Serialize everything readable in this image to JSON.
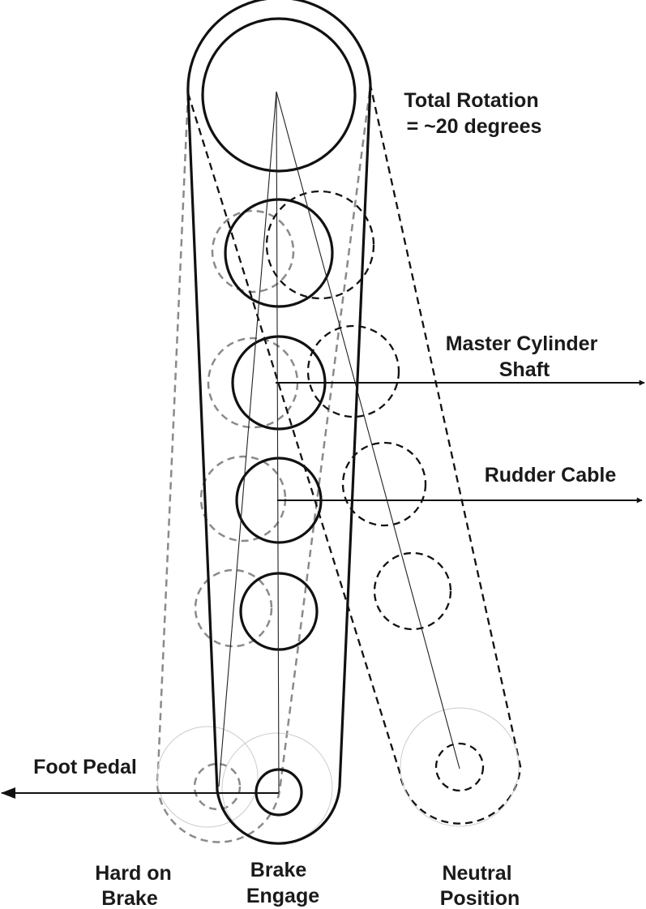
{
  "labels": {
    "total_rotation_line1": "Total Rotation",
    "total_rotation_line2": "= ~20 degrees",
    "master_cylinder_line1": "Master Cylinder",
    "master_cylinder_line2": "Shaft",
    "rudder_cable": "Rudder Cable",
    "foot_pedal": "Foot Pedal",
    "hard_on_brake_line1": "Hard on",
    "hard_on_brake_line2": "Brake",
    "brake_engage_line1": "Brake",
    "brake_engage_line2": "Engage",
    "neutral_position_line1": "Neutral",
    "neutral_position_line2": "Position"
  },
  "colors": {
    "solid": "#111111",
    "dashed_dark": "#111111",
    "dashed_gray": "#8a8a8a",
    "thin_gray": "#cccccc"
  }
}
